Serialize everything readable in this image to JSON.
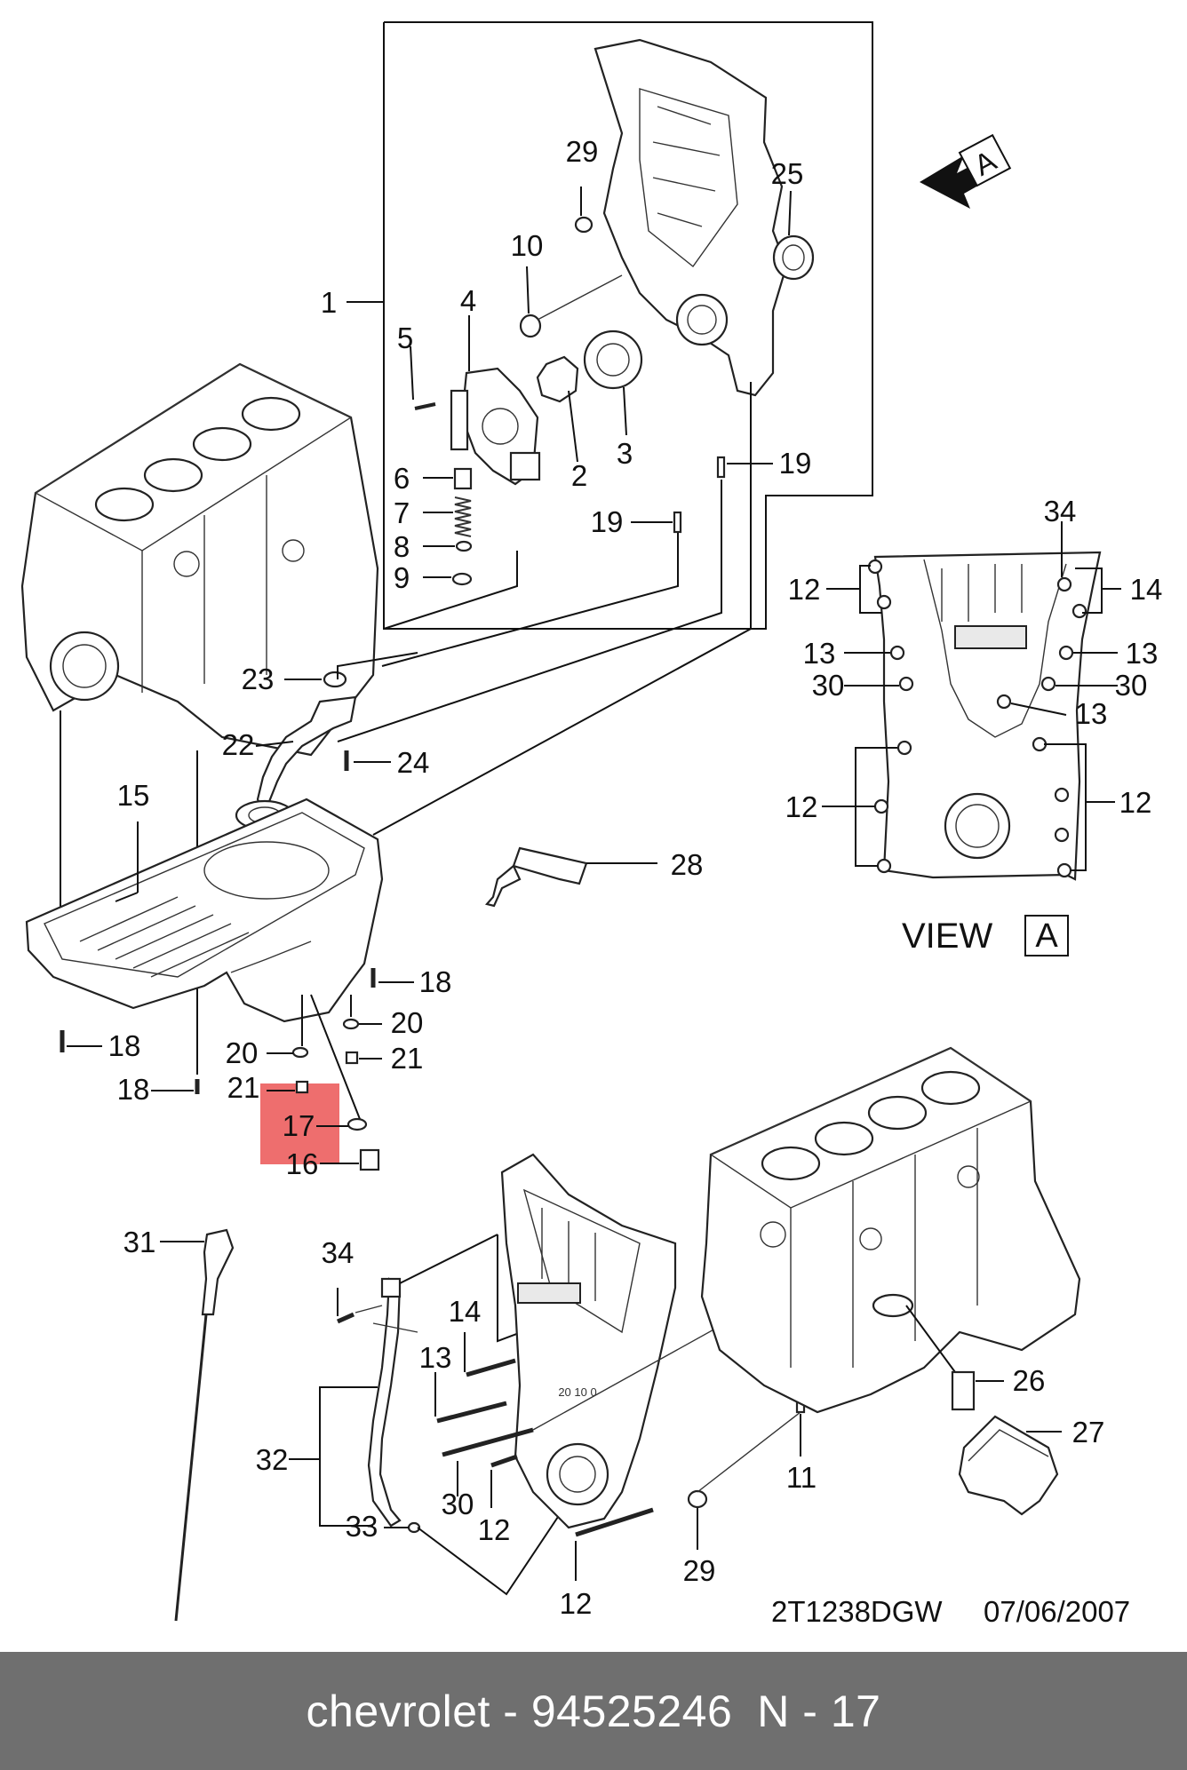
{
  "callouts": {
    "c1": "1",
    "c2": "2",
    "c3": "3",
    "c4": "4",
    "c5": "5",
    "c6": "6",
    "c7": "7",
    "c8": "8",
    "c9": "9",
    "c10": "10",
    "c11": "11",
    "c12": "12",
    "c13": "13",
    "c14": "14",
    "c15": "15",
    "c16": "16",
    "c17": "17",
    "c18": "18",
    "c19": "19",
    "c20": "20",
    "c21": "21",
    "c22": "22",
    "c23": "23",
    "c24": "24",
    "c25": "25",
    "c26": "26",
    "c27": "27",
    "c28": "28",
    "c29": "29",
    "c30": "30",
    "c31": "31",
    "c32": "32",
    "c33": "33",
    "c34": "34"
  },
  "view_label": "VIEW",
  "view_letter": "A",
  "arrow_letter": "A",
  "drawing_code": "2T1238DGW",
  "drawing_date": "07/06/2007",
  "highlight_color": "#ee6e6e",
  "footer": {
    "brand": "chevrolet - 94525246",
    "ref": "N - 17"
  }
}
